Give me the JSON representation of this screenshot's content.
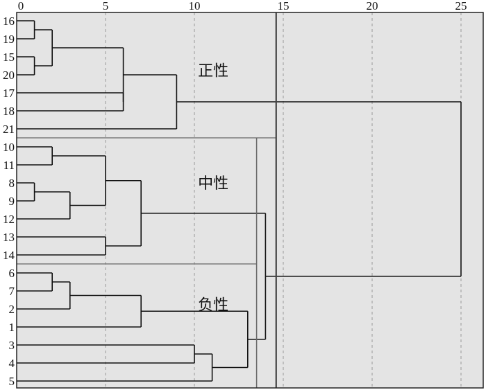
{
  "chart_data": {
    "type": "dendrogram",
    "orientation": "horizontal",
    "x_ticks": [
      0,
      5,
      10,
      15,
      20,
      25
    ],
    "xlim": [
      0,
      26
    ],
    "grid": true,
    "leaf_order": [
      "16",
      "19",
      "15",
      "20",
      "17",
      "18",
      "21",
      "10",
      "11",
      "8",
      "9",
      "12",
      "13",
      "14",
      "6",
      "7",
      "2",
      "1",
      "3",
      "4",
      "5"
    ],
    "merges": [
      {
        "id": "a",
        "children": [
          "16",
          "19"
        ],
        "height": 1
      },
      {
        "id": "b",
        "children": [
          "15",
          "20"
        ],
        "height": 1
      },
      {
        "id": "c",
        "children": [
          "a",
          "b"
        ],
        "height": 2
      },
      {
        "id": "d",
        "children": [
          "17",
          "18"
        ],
        "height": 6
      },
      {
        "id": "e",
        "children": [
          "c",
          "d"
        ],
        "height": 6
      },
      {
        "id": "f",
        "children": [
          "e",
          "21"
        ],
        "height": 9
      },
      {
        "id": "g",
        "children": [
          "10",
          "11"
        ],
        "height": 2
      },
      {
        "id": "h",
        "children": [
          "8",
          "9"
        ],
        "height": 1
      },
      {
        "id": "i",
        "children": [
          "h",
          "12"
        ],
        "height": 3
      },
      {
        "id": "j",
        "children": [
          "g",
          "i"
        ],
        "height": 5
      },
      {
        "id": "k",
        "children": [
          "13",
          "14"
        ],
        "height": 5
      },
      {
        "id": "l",
        "children": [
          "j",
          "k"
        ],
        "height": 7
      },
      {
        "id": "m",
        "children": [
          "6",
          "7"
        ],
        "height": 2
      },
      {
        "id": "n",
        "children": [
          "m",
          "2"
        ],
        "height": 3
      },
      {
        "id": "o",
        "children": [
          "n",
          "1"
        ],
        "height": 7
      },
      {
        "id": "p",
        "children": [
          "3",
          "4"
        ],
        "height": 10
      },
      {
        "id": "q",
        "children": [
          "p",
          "5"
        ],
        "height": 11
      },
      {
        "id": "r",
        "children": [
          "o",
          "q"
        ],
        "height": 13
      },
      {
        "id": "s",
        "children": [
          "l",
          "r"
        ],
        "height": 14
      },
      {
        "id": "t",
        "children": [
          "f",
          "s"
        ],
        "height": 25
      }
    ],
    "cut_lines": [
      {
        "x": 14.6,
        "from_leaf": 0,
        "to_leaf": 20
      },
      {
        "x": 13.5,
        "from_leaf": 7,
        "to_leaf": 20
      }
    ],
    "group_dividers": [
      {
        "after_leaf": 6,
        "x_end": 14.6
      },
      {
        "after_leaf": 13,
        "x_end": 13.5
      }
    ],
    "group_labels": [
      {
        "text": "正性",
        "x": 10.2,
        "leaf_pos": 2.75
      },
      {
        "text": "中性",
        "x": 10.2,
        "leaf_pos": 9.0
      },
      {
        "text": "负性",
        "x": 10.2,
        "leaf_pos": 15.75
      }
    ]
  }
}
